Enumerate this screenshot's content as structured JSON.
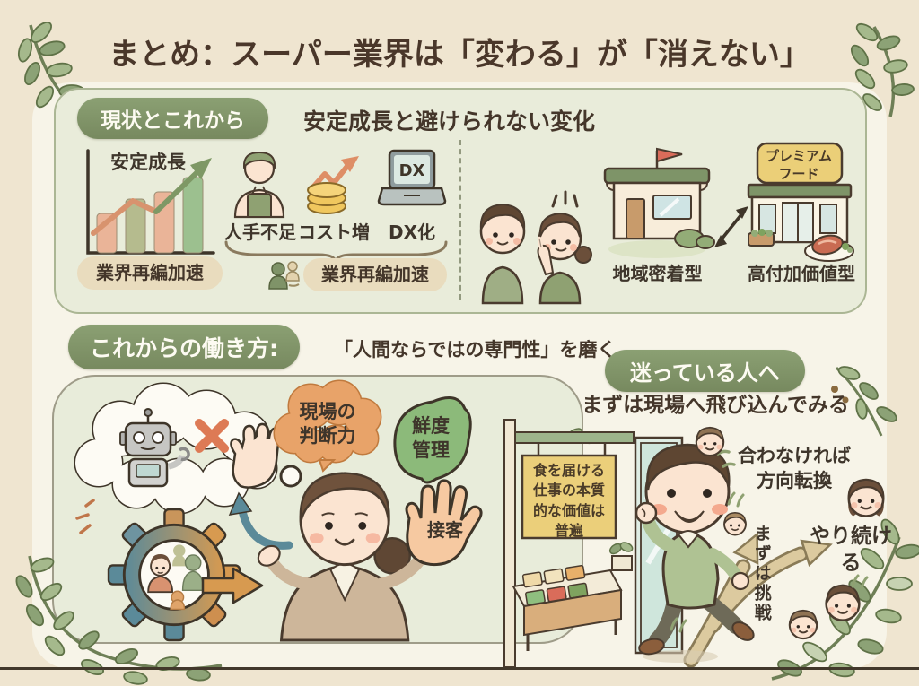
{
  "title": "まとめ：スーパー業界は「変わる」が「消えない」",
  "section1": {
    "badge": "現状とこれから",
    "heading": "安定成長と避けられない変化",
    "chart": {
      "label": "安定成長",
      "pill": "業界再編加速"
    },
    "factors": {
      "labor": "人手不足",
      "cost": "コスト増",
      "dx": "DX化",
      "dx_screen": "DX",
      "pill": "業界再編加速"
    },
    "stores": {
      "local": "地域密着型",
      "premium": "高付加価値型",
      "premium_sign": "プレミアム\nフード"
    }
  },
  "section2": {
    "badge": "これからの働き方:",
    "heading": "「人間ならではの専門性」を磨く",
    "bubble_judgment": "現場の\n判断力",
    "bubble_freshness": "鮮度\n管理",
    "bubble_service": "接客"
  },
  "section3": {
    "badge": "迷っている人へ",
    "heading": "まずは現場へ飛び込んでみる",
    "store_sign": "食を届ける\n仕事の本質\n的な価値は\n普遍",
    "path_pivot": "合わなければ\n方向転換",
    "path_challenge": "まずは挑戦",
    "path_continue": "やり続ける"
  },
  "colors": {
    "background_cream": "#EFE5D0",
    "panel_sage": "#E9ECDA",
    "badge_green": "#81955F",
    "text_dark": "#3E352B",
    "pill_beige": "#E9DCBE",
    "salmon": "#DE8E66",
    "gold_sign": "#EBCF7A",
    "teal": "#5B8A99",
    "gear_orange": "#D79A50",
    "leaf_green": "#A5B98C"
  }
}
